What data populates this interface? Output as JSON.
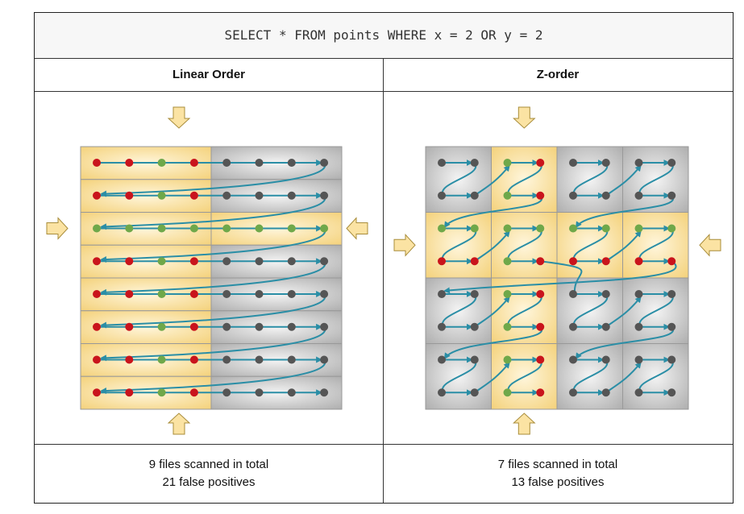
{
  "query": "SELECT * FROM points WHERE x = 2 OR y = 2",
  "panels": [
    {
      "title": "Linear Order",
      "files_scanned": "9 files scanned in total",
      "false_positives": "21 false positives"
    },
    {
      "title": "Z-order",
      "files_scanned": "7 files scanned in total",
      "false_positives": "13 false positives"
    }
  ],
  "colors": {
    "match": "#c9141c",
    "hit": "#6fa84a",
    "miss": "#555555",
    "path": "#2a8ea6",
    "scanned_file": "#f6d98a",
    "skipped_file": "#c8c8c8",
    "arrow": "#fbe3a3"
  },
  "icons": [
    "down-arrow-icon",
    "up-arrow-icon",
    "left-arrow-icon",
    "right-arrow-icon"
  ]
}
